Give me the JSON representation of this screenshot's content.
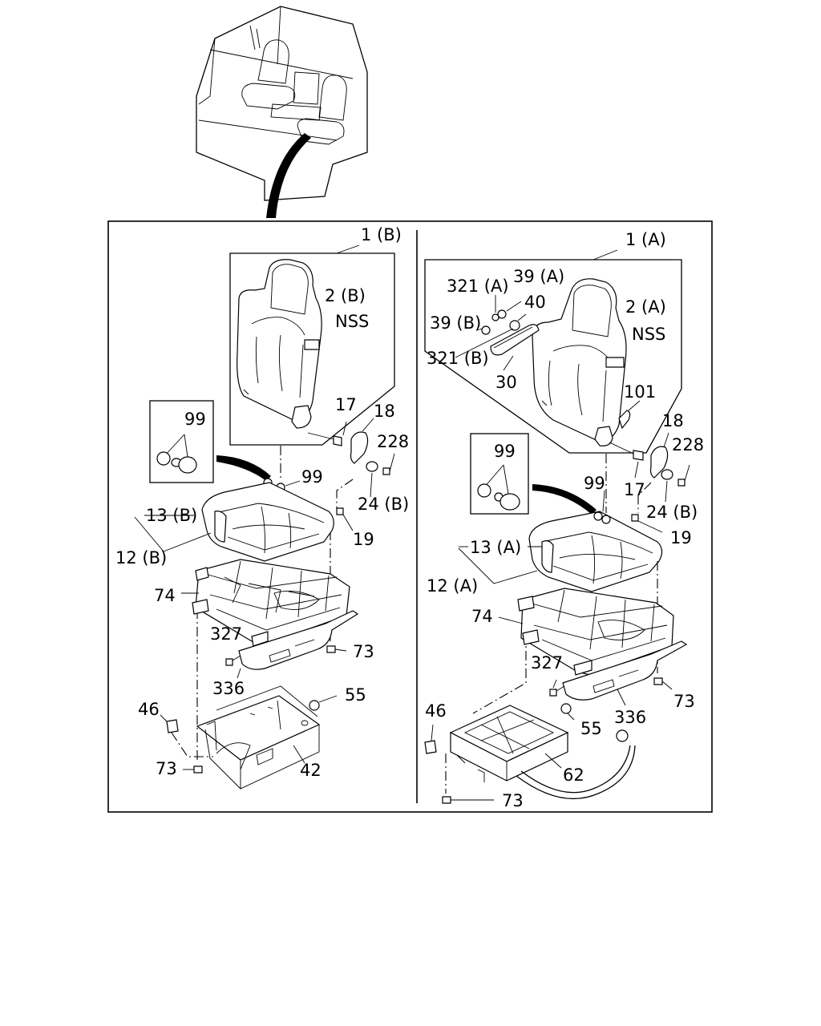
{
  "labels": {
    "left": {
      "seat_assembly": "1 (B)",
      "belt_bracket": "2 (B)",
      "nss": "NSS",
      "cushion_cover": "13 (B)",
      "cushion_assembly": "12 (B)",
      "bolt_17": "17",
      "cover_18": "18",
      "screw_228": "228",
      "clip_99_detail": "99",
      "clip_99": "99",
      "cap_24": "24 (B)",
      "screw_19": "19",
      "adjuster_74": "74",
      "bolt_327": "327",
      "bolt_73_upper": "73",
      "cover_336": "336",
      "nut_55": "55",
      "bolt_46": "46",
      "bolt_73_lower": "73",
      "bracket_42": "42"
    },
    "right": {
      "seat_assembly": "1 (A)",
      "washer_321a": "321 (A)",
      "washer_39a": "39 (A)",
      "washer_39b": "39 (B)",
      "bolt_40": "40",
      "washer_321b": "321 (B)",
      "armrest_30": "30",
      "belt_bracket": "2 (A)",
      "nss": "NSS",
      "clip_101": "101",
      "cover_18": "18",
      "screw_228": "228",
      "clip_99_detail": "99",
      "clip_99": "99",
      "bolt_17": "17",
      "cap_24": "24 (B)",
      "screw_19": "19",
      "cushion_cover": "13 (A)",
      "cushion_assembly": "12 (A)",
      "adjuster_74": "74",
      "bolt_327": "327",
      "bolt_73_upper": "73",
      "cover_336": "336",
      "bolt_46": "46",
      "nut_55": "55",
      "box_62": "62",
      "bolt_73_lower": "73"
    }
  }
}
